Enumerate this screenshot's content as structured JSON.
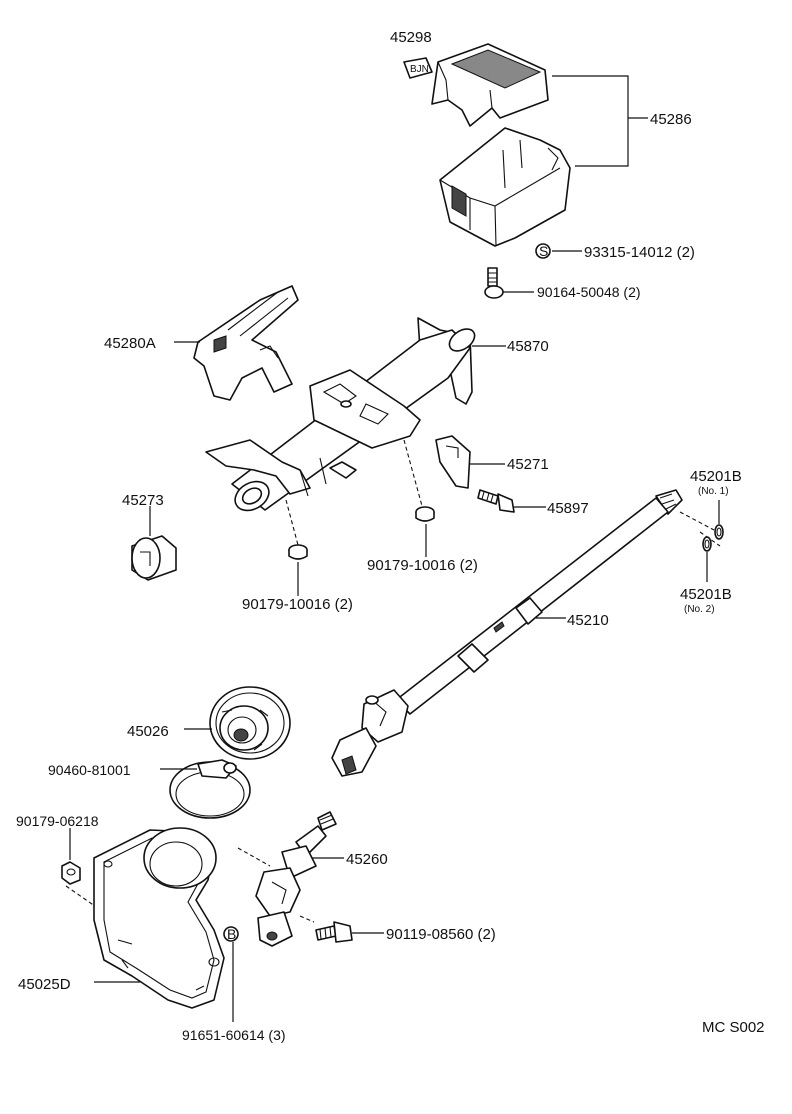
{
  "diagram": {
    "catalog_code": "MC S002",
    "parts": [
      {
        "id": "p45298",
        "number": "45298"
      },
      {
        "id": "p45286",
        "number": "45286"
      },
      {
        "id": "p93315",
        "number": "93315-14012 (2)",
        "marker": "S"
      },
      {
        "id": "p90164",
        "number": "90164-50048 (2)"
      },
      {
        "id": "p45280a",
        "number": "45280A"
      },
      {
        "id": "p45870",
        "number": "45870"
      },
      {
        "id": "p45271",
        "number": "45271"
      },
      {
        "id": "p45273",
        "number": "45273"
      },
      {
        "id": "p45897",
        "number": "45897"
      },
      {
        "id": "p45201b1",
        "number": "45201B",
        "note": "(No. 1)"
      },
      {
        "id": "p45201b2",
        "number": "45201B",
        "note": "(No. 2)"
      },
      {
        "id": "p90179a",
        "number": "90179-10016 (2)"
      },
      {
        "id": "p90179b",
        "number": "90179-10016 (2)"
      },
      {
        "id": "p45210",
        "number": "45210"
      },
      {
        "id": "p45026",
        "number": "45026"
      },
      {
        "id": "p90460",
        "number": "90460-81001"
      },
      {
        "id": "p90179c",
        "number": "90179-06218"
      },
      {
        "id": "p45260",
        "number": "45260"
      },
      {
        "id": "p90119",
        "number": "90119-08560 (2)"
      },
      {
        "id": "p45025d",
        "number": "45025D"
      },
      {
        "id": "p91651",
        "number": "91651-60614 (3)",
        "marker": "B"
      }
    ]
  }
}
